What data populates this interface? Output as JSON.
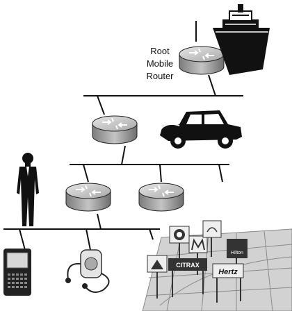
{
  "router_label": {
    "line1": "Root",
    "line2": "Mobile",
    "line3": "Router"
  },
  "map_brands": {
    "citrax": "CITRAX",
    "hertz": "Hertz",
    "hilton": "Hilton"
  },
  "colors": {
    "router_body": "#9a9a9a",
    "router_top": "#cfcfcf",
    "ink": "#111111",
    "map_gray": "#c8c8c8"
  },
  "icons": {
    "ship": "ship-icon",
    "car": "car-icon",
    "person": "businessman-icon",
    "pda": "pda-icon",
    "headset": "headset-icon",
    "map": "city-map-icon"
  }
}
